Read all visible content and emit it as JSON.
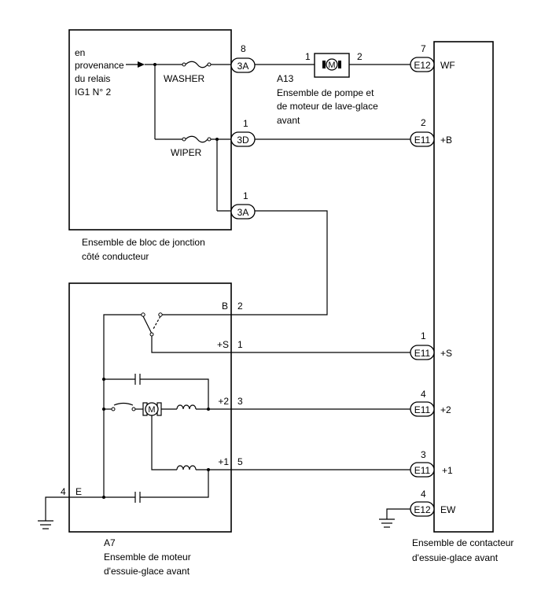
{
  "source": {
    "text": [
      "en",
      "provenance",
      "du relais",
      "IG1 N° 2"
    ]
  },
  "junction_block": {
    "label": [
      "Ensemble de bloc de jonction",
      "côté conducteur"
    ],
    "fuses": {
      "washer": "WASHER",
      "wiper": "WIPER"
    },
    "connectors": [
      {
        "pin": "8",
        "code": "3A"
      },
      {
        "pin": "1",
        "code": "3D"
      },
      {
        "pin": "1",
        "code": "3A"
      }
    ]
  },
  "pump": {
    "id": "A13",
    "label": [
      "Ensemble de pompe et",
      "de moteur de lave-glace",
      "avant"
    ],
    "pins": [
      "1",
      "2"
    ],
    "motor_symbol": "M"
  },
  "switch": {
    "label": [
      "Ensemble de contacteur",
      "d'essuie-glace avant"
    ],
    "terminals": [
      {
        "pin": "7",
        "code": "E12",
        "name": "WF"
      },
      {
        "pin": "2",
        "code": "E11",
        "name": "+B"
      },
      {
        "pin": "1",
        "code": "E11",
        "name": "+S"
      },
      {
        "pin": "4",
        "code": "E11",
        "name": "+2"
      },
      {
        "pin": "3",
        "code": "E11",
        "name": "+1"
      },
      {
        "pin": "4",
        "code": "E12",
        "name": "EW"
      }
    ]
  },
  "motor": {
    "id": "A7",
    "label": [
      "Ensemble de moteur",
      "d'essuie-glace avant"
    ],
    "motor_symbol": "M",
    "terminals": [
      {
        "name": "B",
        "pin": "2"
      },
      {
        "name": "+S",
        "pin": "1"
      },
      {
        "name": "+2",
        "pin": "3"
      },
      {
        "name": "+1",
        "pin": "5"
      },
      {
        "name": "E",
        "pin": "4"
      }
    ]
  }
}
